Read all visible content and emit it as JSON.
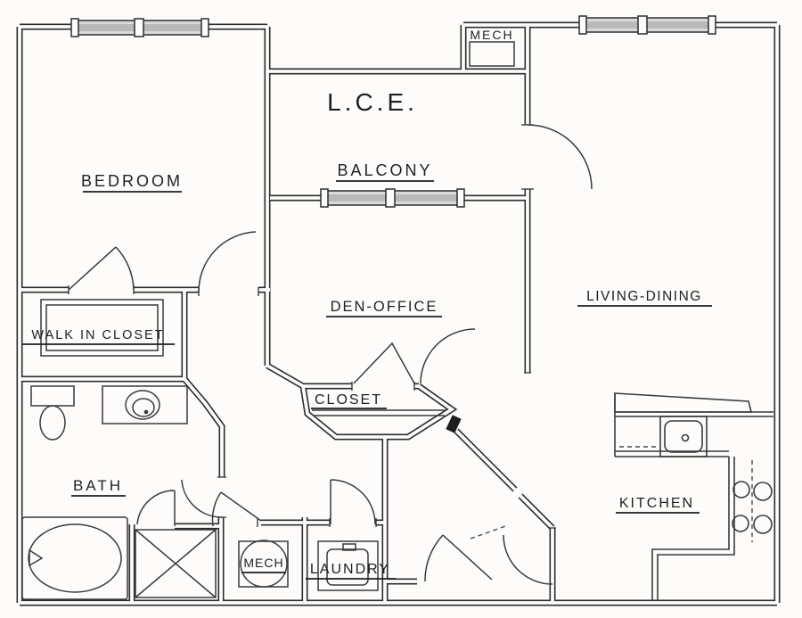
{
  "document": {
    "type": "architectural floor plan",
    "drawing_style": "scanned black-line plan"
  },
  "rooms": {
    "bedroom": {
      "label": "BEDROOM"
    },
    "lce": {
      "label": "L.C.E."
    },
    "balcony": {
      "label": "BALCONY"
    },
    "mech_upper": {
      "label": "MECH"
    },
    "living_dining": {
      "label": "LIVING-DINING"
    },
    "den_office": {
      "label": "DEN-OFFICE"
    },
    "walk_in_closet": {
      "label": "WALK IN CLOSET"
    },
    "closet": {
      "label": "CLOSET"
    },
    "bath": {
      "label": "BATH"
    },
    "mech_lower": {
      "label": "MECH"
    },
    "laundry": {
      "label": "LAUNDRY"
    },
    "kitchen": {
      "label": "KITCHEN"
    }
  },
  "windows": [
    "bedroom-window",
    "balcony-window",
    "living-dining-window"
  ],
  "fixtures": [
    "toilet",
    "vanity-sink",
    "bathtub",
    "shower",
    "water-heater",
    "washer",
    "kitchen-sink",
    "range-burners",
    "kitchen-counters",
    "walk-in-closet-shelf",
    "closet-shelf"
  ],
  "doors": [
    "walk-in-closet-door",
    "bedroom-door",
    "balcony-door",
    "den-office-door",
    "closet-bifold-door",
    "bath-door",
    "shower-door",
    "mech-closet-door",
    "laundry-door",
    "entry-door",
    "kitchen-hall-door"
  ],
  "colors": {
    "ink": "#2c2c2c",
    "paper": "#fdfcfa",
    "window_fill": "#d9d9d9",
    "window_inner": "#b9b9b9"
  }
}
